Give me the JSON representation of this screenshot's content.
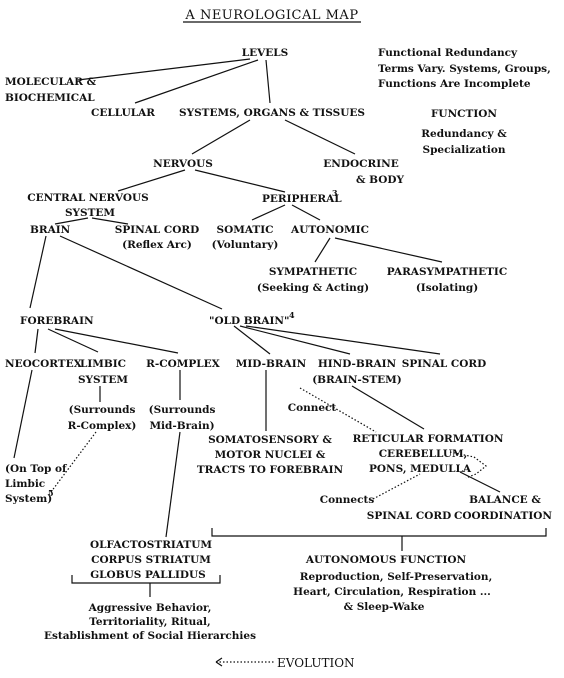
{
  "title": "A NEUROLOGICAL MAP",
  "notes": {
    "line1": "Functional Redundancy",
    "line2": "Terms Vary. Systems, Groups,",
    "line3": "Functions Are Incomplete",
    "function_heading": "FUNCTION",
    "redundancy_line1": "Redundancy &",
    "redundancy_line2": "Specialization"
  },
  "nodes": {
    "levels": "LEVELS",
    "molecular_line1": "MOLECULAR &",
    "molecular_line2": "BIOCHEMICAL",
    "cellular": "CELLULAR",
    "systems": "SYSTEMS, ORGANS & TISSUES",
    "nervous": "NERVOUS",
    "endocrine_line1": "ENDOCRINE",
    "endocrine_line2": "& BODY",
    "cns_line1": "CENTRAL NERVOUS",
    "cns_line2": "SYSTEM",
    "peripheral": "PERIPHERAL",
    "peripheral_note": "3",
    "brain": "BRAIN",
    "spinal_cord_line1": "SPINAL CORD",
    "spinal_cord_line2": "(Reflex Arc)",
    "somatic_line1": "SOMATIC",
    "somatic_line2": "(Voluntary)",
    "autonomic": "AUTONOMIC",
    "sympathetic_line1": "SYMPATHETIC",
    "sympathetic_line2": "(Seeking & Acting)",
    "parasympathetic_line1": "PARASYMPATHETIC",
    "parasympathetic_line2": "(Isolating)",
    "forebrain": "FOREBRAIN",
    "old_brain": "\"OLD BRAIN\"",
    "old_brain_note": "4",
    "neocortex": "NEOCORTEX",
    "limbic_line1": "LIMBIC",
    "limbic_line2": "SYSTEM",
    "rcomplex": "R-COMPLEX",
    "midbrain": "MID-BRAIN",
    "hindbrain_line1": "HIND-BRAIN",
    "hindbrain_line2": "(BRAIN-STEM)",
    "spinal_cord2": "SPINAL CORD",
    "surrounds_rcomplex_line1": "(Surrounds",
    "surrounds_rcomplex_line2": "R-Complex)",
    "surrounds_midbrain_line1": "(Surrounds",
    "surrounds_midbrain_line2": "Mid-Brain)",
    "connect": "Connect",
    "somatosensory_line1": "SOMATOSENSORY &",
    "somatosensory_line2": "MOTOR NUCLEI &",
    "somatosensory_line3": "TRACTS TO FOREBRAIN",
    "reticular_line1": "RETICULAR FORMATION",
    "reticular_line2": "CEREBELLUM,",
    "reticular_line3": "PONS, MEDULLA",
    "ontop_line1": "(On Top of",
    "ontop_line2": "Limbic",
    "ontop_line3": "System)",
    "ontop_note": "5",
    "connects": "Connects",
    "spinal_cord3": "SPINAL CORD",
    "balance_line1": "BALANCE &",
    "balance_line2": "COORDINATION",
    "olfacto_line1": "OLFACTOSTRIATUM",
    "olfacto_line2": "CORPUS STRIATUM",
    "olfacto_line3": "GLOBUS PALLIDUS",
    "aggressive_line1": "Aggressive Behavior,",
    "aggressive_line2": "Territoriality, Ritual,",
    "aggressive_line3": "Establishment of Social Hierarchies",
    "autonomous_heading": "AUTONOMOUS FUNCTION",
    "autonomous_line1": "Reproduction, Self-Preservation,",
    "autonomous_line2": "Heart, Circulation, Respiration ...",
    "autonomous_line3": "& Sleep-Wake"
  },
  "evolution": "EVOLUTION"
}
